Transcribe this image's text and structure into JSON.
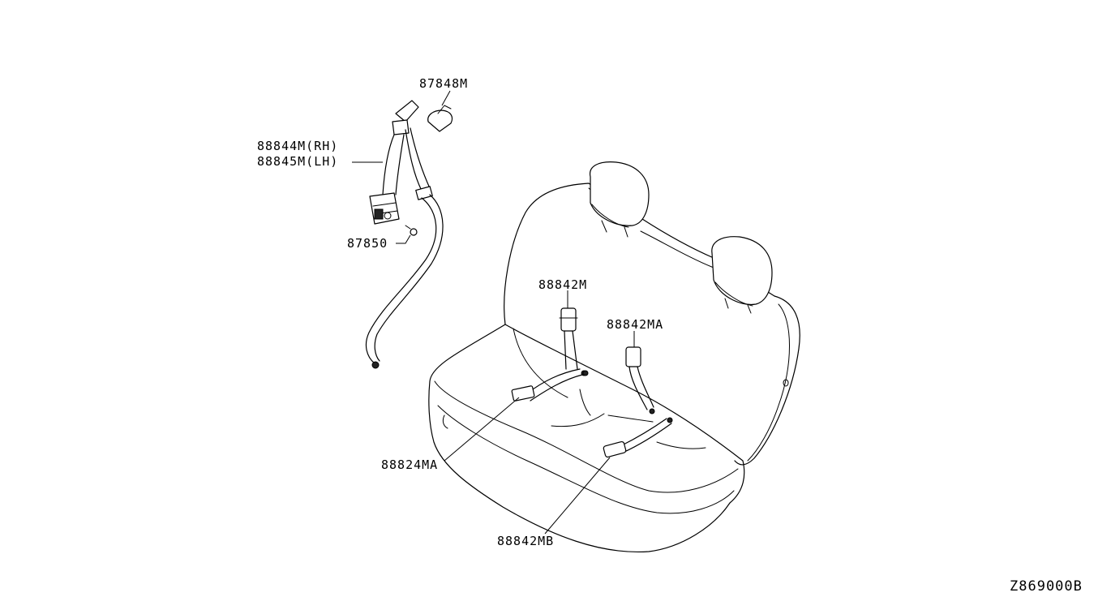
{
  "diagram": {
    "labels": {
      "p87848m": "87848M",
      "p88844m": "88844M(RH)",
      "p88845m": "88845M(LH)",
      "p87850": "87850",
      "p88842m": "88842M",
      "p88842ma": "88842MA",
      "p88824ma": "88824MA",
      "p88842mb": "88842MB"
    },
    "diagram_id": "Z869000B"
  }
}
